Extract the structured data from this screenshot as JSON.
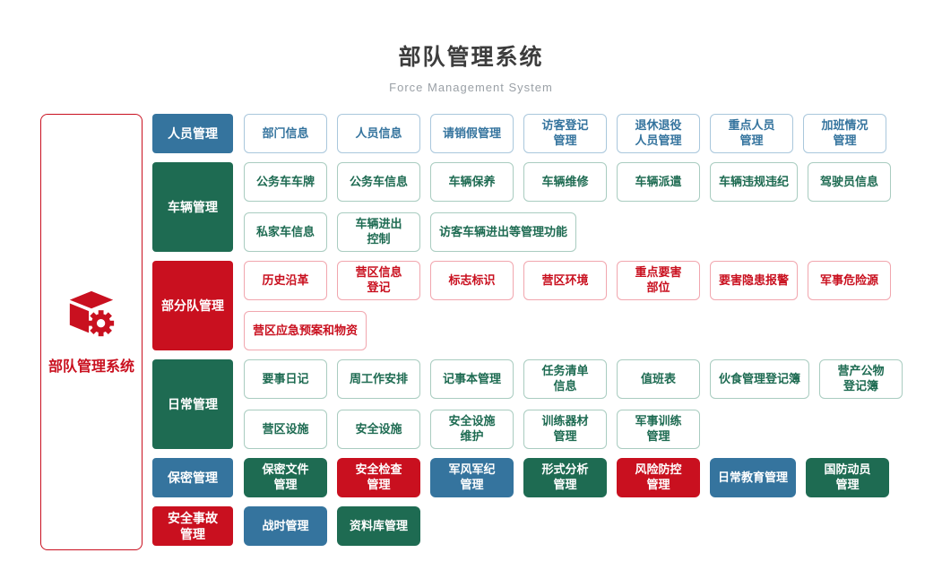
{
  "header": {
    "title": "部队管理系统",
    "subtitle": "Force Management System"
  },
  "root": {
    "label": "部队管理系统",
    "icon": "cube-gear-icon"
  },
  "colors": {
    "blue": "#35749E",
    "green": "#1E6B52",
    "red": "#C9101F",
    "blue_border": "#A9C7DC",
    "green_border": "#A9CCC0",
    "red_border": "#F1A6AE"
  },
  "rows": [
    {
      "category": {
        "lines": [
          "人员管理"
        ],
        "color": "blue"
      },
      "style": "outline",
      "tone": "blue",
      "subrows": [
        [
          {
            "lines": [
              "部门信息"
            ]
          },
          {
            "lines": [
              "人员信息"
            ]
          },
          {
            "lines": [
              "请销假管理"
            ]
          },
          {
            "lines": [
              "访客登记",
              "管理"
            ]
          },
          {
            "lines": [
              "退休退役",
              "人员管理"
            ]
          },
          {
            "lines": [
              "重点人员",
              "管理"
            ]
          },
          {
            "lines": [
              "加班情况",
              "管理"
            ]
          }
        ]
      ]
    },
    {
      "category": {
        "lines": [
          "车辆管理"
        ],
        "color": "green"
      },
      "style": "outline",
      "tone": "green",
      "subrows": [
        [
          {
            "lines": [
              "公务车车牌"
            ]
          },
          {
            "lines": [
              "公务车信息"
            ]
          },
          {
            "lines": [
              "车辆保养"
            ]
          },
          {
            "lines": [
              "车辆维修"
            ]
          },
          {
            "lines": [
              "车辆派遣"
            ]
          },
          {
            "lines": [
              "车辆违规违纪"
            ]
          },
          {
            "lines": [
              "驾驶员信息"
            ]
          }
        ],
        [
          {
            "lines": [
              "私家车信息"
            ]
          },
          {
            "lines": [
              "车辆进出",
              "控制"
            ]
          },
          {
            "lines": [
              "访客车辆进出等管理功能"
            ]
          }
        ]
      ]
    },
    {
      "category": {
        "lines": [
          "部分队管理"
        ],
        "color": "red"
      },
      "style": "outline",
      "tone": "red",
      "subrows": [
        [
          {
            "lines": [
              "历史沿革"
            ]
          },
          {
            "lines": [
              "营区信息",
              "登记"
            ]
          },
          {
            "lines": [
              "标志标识"
            ]
          },
          {
            "lines": [
              "营区环境"
            ]
          },
          {
            "lines": [
              "重点要害",
              "部位"
            ]
          },
          {
            "lines": [
              "要害隐患报警"
            ]
          },
          {
            "lines": [
              "军事危险源"
            ]
          }
        ],
        [
          {
            "lines": [
              "营区应急预案和物资"
            ]
          }
        ]
      ]
    },
    {
      "category": {
        "lines": [
          "日常管理"
        ],
        "color": "green"
      },
      "style": "outline",
      "tone": "green",
      "subrows": [
        [
          {
            "lines": [
              "要事日记"
            ]
          },
          {
            "lines": [
              "周工作安排"
            ]
          },
          {
            "lines": [
              "记事本管理"
            ]
          },
          {
            "lines": [
              "任务清单",
              "信息"
            ]
          },
          {
            "lines": [
              "值班表"
            ]
          },
          {
            "lines": [
              "伙食管理登记簿"
            ]
          },
          {
            "lines": [
              "营产公物",
              "登记簿"
            ]
          }
        ],
        [
          {
            "lines": [
              "营区设施"
            ]
          },
          {
            "lines": [
              "安全设施"
            ]
          },
          {
            "lines": [
              "安全设施",
              "维护"
            ]
          },
          {
            "lines": [
              "训练器材",
              "管理"
            ]
          },
          {
            "lines": [
              "军事训练",
              "管理"
            ]
          }
        ]
      ]
    },
    {
      "category": {
        "lines": [
          "保密管理"
        ],
        "color": "blue"
      },
      "style": "solid",
      "subrows": [
        [
          {
            "lines": [
              "保密文件",
              "管理"
            ],
            "color": "green"
          },
          {
            "lines": [
              "安全检查",
              "管理"
            ],
            "color": "red"
          },
          {
            "lines": [
              "军风军纪",
              "管理"
            ],
            "color": "blue"
          },
          {
            "lines": [
              "形式分析",
              "管理"
            ],
            "color": "green"
          },
          {
            "lines": [
              "风险防控",
              "管理"
            ],
            "color": "red"
          },
          {
            "lines": [
              "日常教育管理"
            ],
            "color": "blue"
          },
          {
            "lines": [
              "国防动员",
              "管理"
            ],
            "color": "green"
          }
        ]
      ]
    },
    {
      "category": {
        "lines": [
          "安全事故",
          "管理"
        ],
        "color": "red"
      },
      "style": "solid",
      "subrows": [
        [
          {
            "lines": [
              "战时管理"
            ],
            "color": "blue"
          },
          {
            "lines": [
              "资料库管理"
            ],
            "color": "green"
          }
        ]
      ]
    }
  ]
}
